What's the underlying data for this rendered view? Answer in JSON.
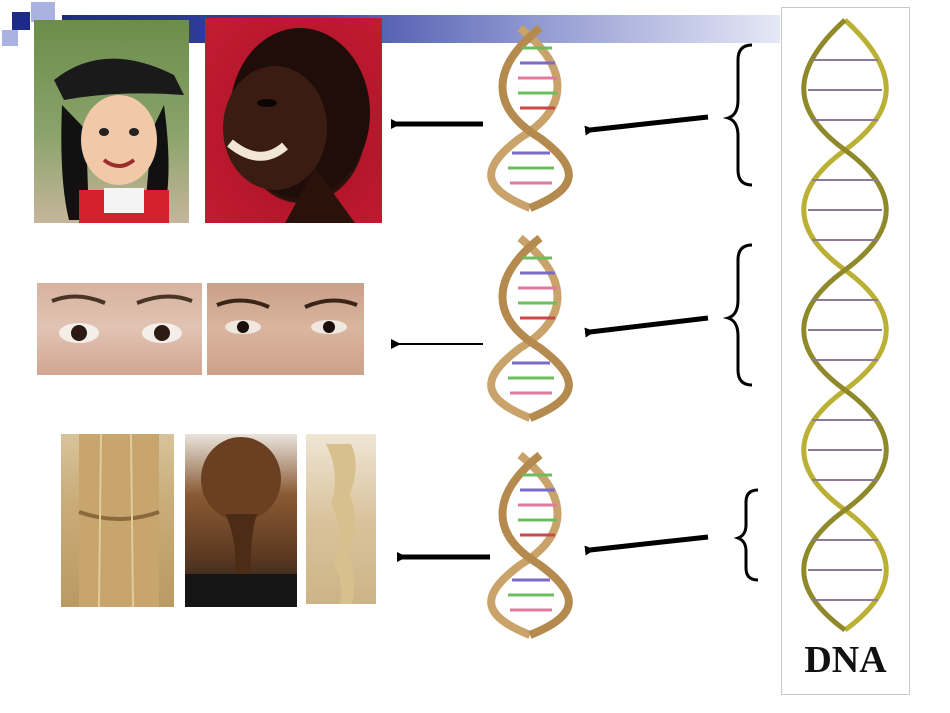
{
  "dna_label": "DNA",
  "colors": {
    "accent": "#1d2a86",
    "arrow": "#000000",
    "helix": "#c9a36a"
  },
  "rows": [
    {
      "trait": "skin-and-face",
      "photos": [
        "girl-portrait",
        "woman-portrait"
      ]
    },
    {
      "trait": "eyes",
      "photos": [
        "eyes-double-lid",
        "eyes-single-lid"
      ]
    },
    {
      "trait": "hair",
      "photos": [
        "straight-hair",
        "ponytail-hair",
        "braided-hair"
      ]
    }
  ]
}
